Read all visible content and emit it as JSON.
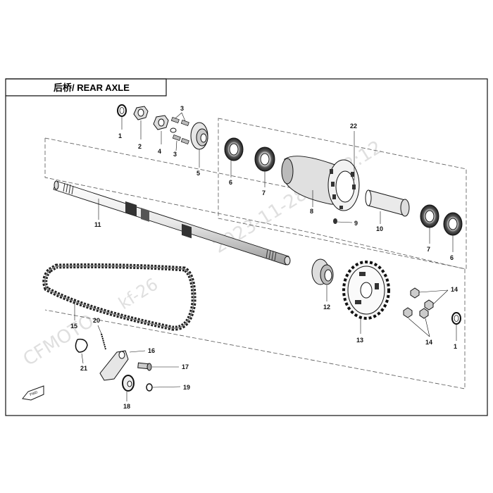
{
  "title": "后桥/ REAR AXLE",
  "fwd_label": "FWD",
  "watermark": {
    "brand": "CFMOTO",
    "code": "kf-26",
    "datetime": "2023-11-28 14:52:12"
  },
  "callouts": {
    "p1a": "1",
    "p2": "2",
    "p3a": "3",
    "p3b": "3",
    "p4": "4",
    "p5": "5",
    "p6a": "6",
    "p7a": "7",
    "p8": "8",
    "p9": "9",
    "p10": "10",
    "p7b": "7",
    "p6b": "6",
    "p11": "11",
    "p12": "12",
    "p13": "13",
    "p14a": "14",
    "p14b": "14",
    "p1b": "1",
    "p15": "15",
    "p16": "16",
    "p17": "17",
    "p18": "18",
    "p19": "19",
    "p20": "20",
    "p21": "21",
    "p22": "22"
  },
  "colors": {
    "line": "#111111",
    "dash": "#555555",
    "part_fill": "#e6e6e6",
    "dark": "#333333"
  }
}
